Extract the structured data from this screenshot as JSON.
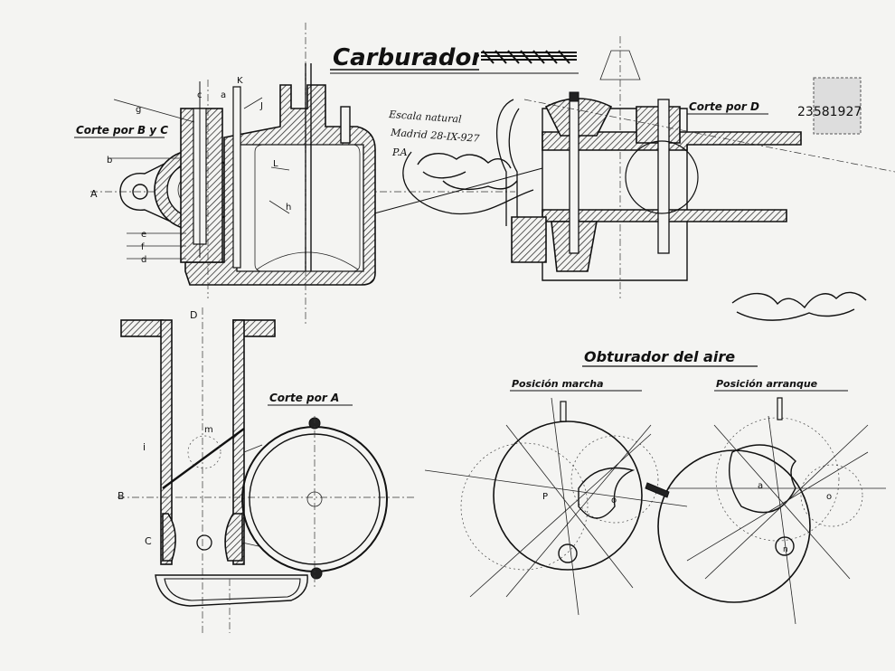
{
  "labels": {
    "main_title": "Carburador",
    "corte_byc": "Corte por B y C",
    "corte_d": "Corte por D",
    "corte_a": "Corte por A",
    "obturador_title": "Obturador del aire",
    "posicion_marcha": "Posición marcha",
    "posicion_arranque": "Posición arranque",
    "escala_line": "Escala natural",
    "madrid_line": "Madrid 28-IX-927",
    "pa_line": "P.A.",
    "stamp_number": "23581927",
    "letter_a": "a",
    "letter_b": "b",
    "letter_c": "c",
    "letter_d": "d",
    "letter_e": "e",
    "letter_f": "f",
    "letter_g": "g",
    "letter_h": "h",
    "letter_i": "i",
    "letter_j": "J",
    "letter_k": "K",
    "letter_l": "L",
    "letter_m": "m",
    "letter_n": "n",
    "letter_o": "o",
    "letter_p": "P",
    "axis_A": "A",
    "axis_B": "B",
    "axis_C": "C",
    "axis_D": "D"
  },
  "colors": {
    "ink": "#111111",
    "paper": "#f4f4f2",
    "hatch": "#333333"
  }
}
